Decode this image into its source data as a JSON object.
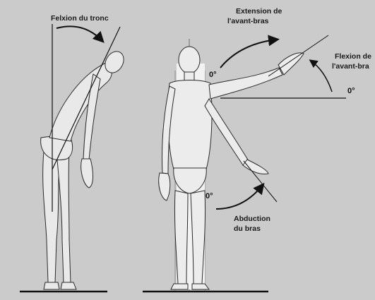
{
  "labels": {
    "trunk_flexion": "Felxion du tronc",
    "forearm_extension_l1": "Extension de",
    "forearm_extension_l2": "l'avant-bras",
    "forearm_flexion_l1": "Flexion de",
    "forearm_flexion_l2": "l'avant-bra",
    "arm_abduction_l1": "Abduction",
    "arm_abduction_l2": "du bras"
  },
  "zero_marks": {
    "elbow_extension": "0°",
    "elbow_flexion": "0°",
    "abduction": "0°"
  },
  "colors": {
    "background": "#cbcbcb",
    "figure_fill": "#e8e8e8",
    "figure_stroke": "#2b2b2b",
    "lines": "#111111"
  }
}
